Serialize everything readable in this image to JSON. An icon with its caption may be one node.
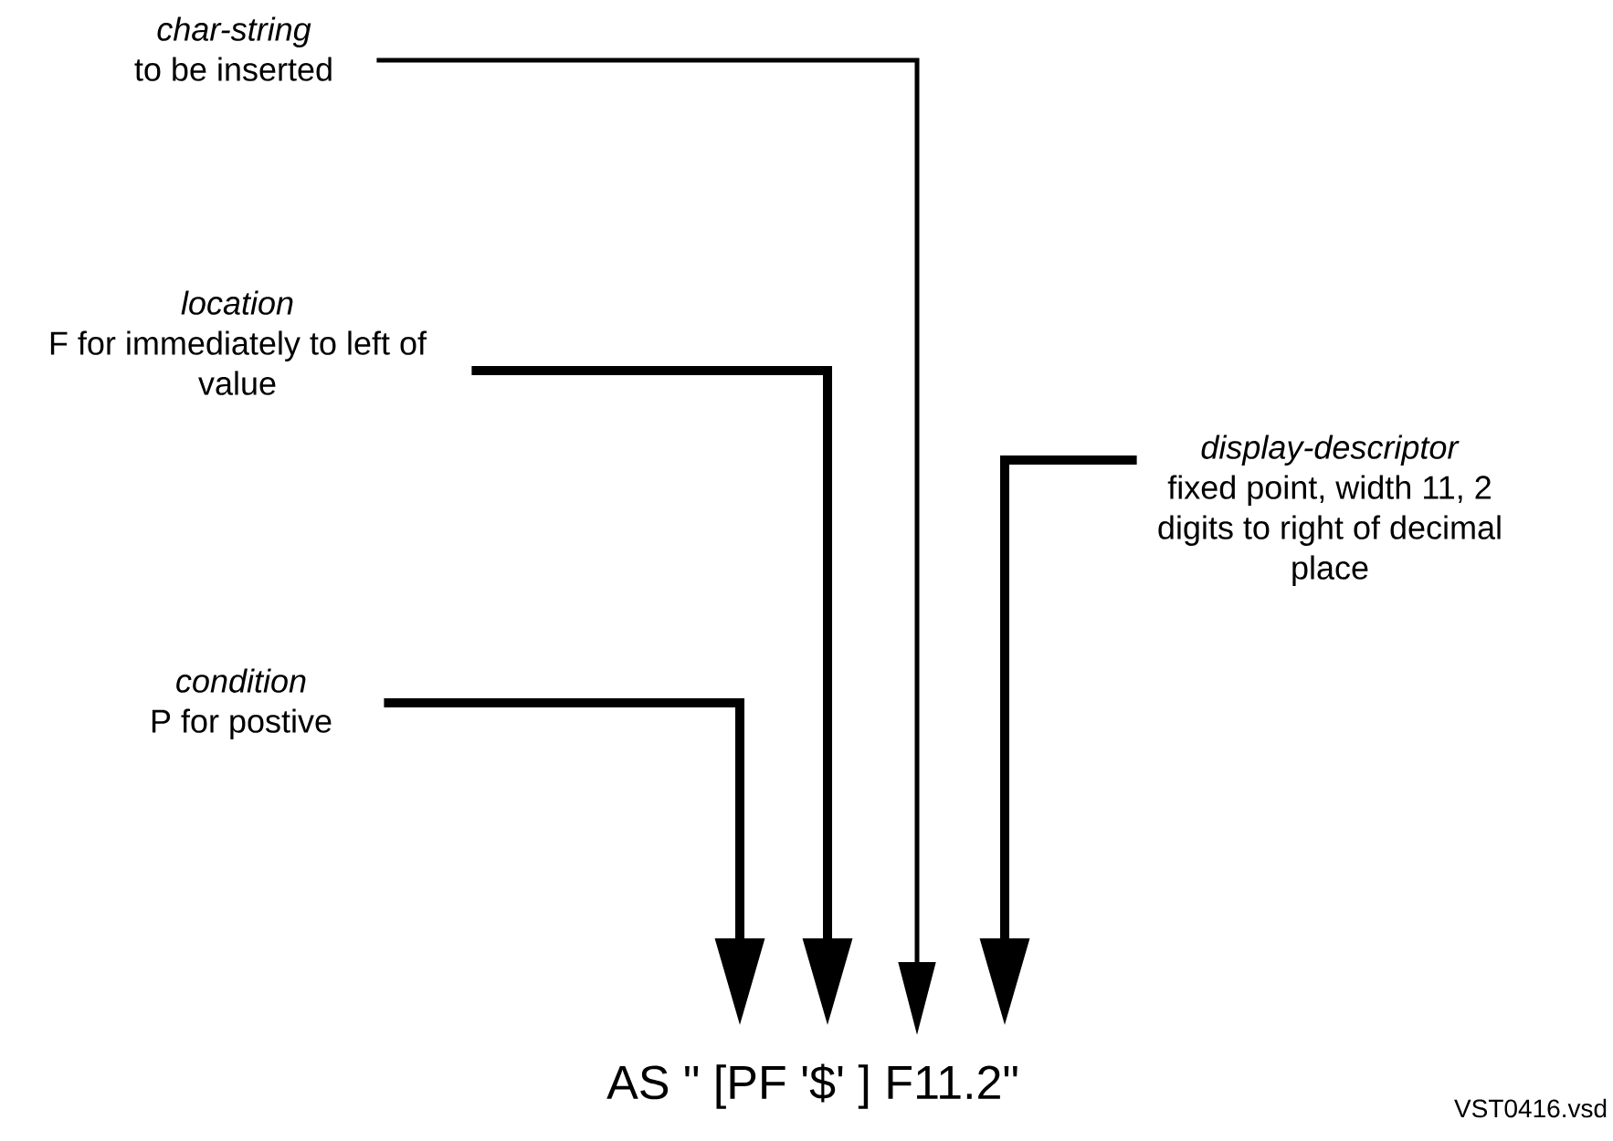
{
  "diagram": {
    "nodes": [
      {
        "text": [
          "*char-string*",
          "to be inserted"
        ]
      },
      {
        "text": [
          "*location*",
          "F for immediately to left of value"
        ]
      },
      {
        "text": [
          "*condition*",
          "P for postive"
        ]
      },
      {
        "text": [
          "*display-descriptor*",
          "fixed point, width 11, 2 digits to right of decimal place"
        ]
      }
    ],
    "edges": [
      {
        "from": 0,
        "to": null,
        "arrow": "to"
      },
      {
        "from": 1,
        "to": null,
        "arrow": "to"
      },
      {
        "from": 2,
        "to": null,
        "arrow": "to"
      },
      {
        "from": 3,
        "to": null,
        "arrow": "to"
      }
    ],
    "labels": [
      "AS \" [PF '$' ] F11.2\"",
      "VST0416.vsd"
    ]
  }
}
